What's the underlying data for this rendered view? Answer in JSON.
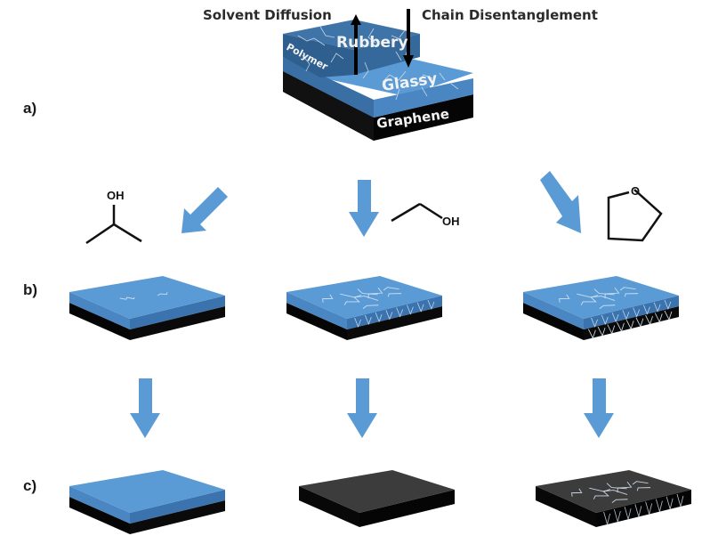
{
  "figure": {
    "top_labels": {
      "left": "Solvent Diffusion",
      "right": "Chain Disentanglement"
    },
    "panel_labels": [
      "a)",
      "b)",
      "c)"
    ],
    "layer_labels": {
      "rubbery": "Rubbery",
      "glassy": "Glassy",
      "polymer": "Polymer",
      "graphene": "Graphene"
    },
    "solvents": [
      {
        "name": "isopropanol",
        "label": "OH"
      },
      {
        "name": "ethanol",
        "label": "OH"
      },
      {
        "name": "tetrahydrofuran",
        "label": "O"
      }
    ],
    "rows": {
      "b": [
        {
          "top": "polymer",
          "cracks": "few",
          "substrate_cracks": false
        },
        {
          "top": "polymer",
          "cracks": "many",
          "substrate_cracks": false
        },
        {
          "top": "polymer",
          "cracks": "many",
          "substrate_cracks": true
        }
      ],
      "c": [
        {
          "top": "polymer",
          "cracks": "none"
        },
        {
          "top": "graphene",
          "cracks": "none"
        },
        {
          "top": "graphene",
          "cracks": "many"
        }
      ]
    },
    "colors": {
      "polymer_blue": "#5b9bd5",
      "polymer_dark": "#3a73ad",
      "rubbery_blue": "#3f6f9f",
      "graphene_top": "#3c3c3c",
      "graphene_side": "#050505",
      "arrow_blue": "#5b9bd5",
      "crack": "#d8e6f2"
    }
  }
}
